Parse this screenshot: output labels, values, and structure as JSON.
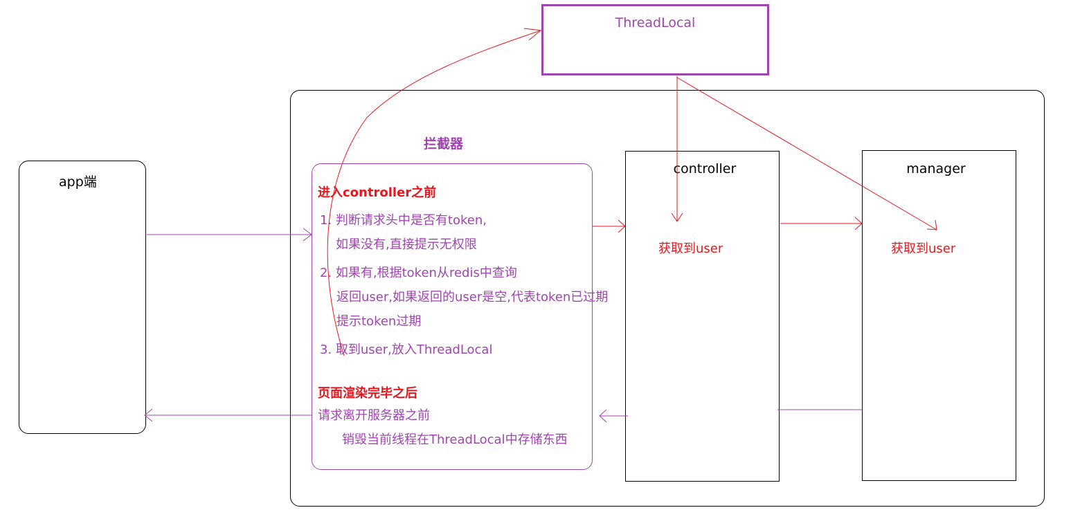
{
  "threadlocal_box": {
    "label": "ThreadLocal"
  },
  "app_box": {
    "label": "app端"
  },
  "interceptor": {
    "title": "拦截器",
    "before_heading": "进入controller之前",
    "steps": [
      "1. 判断请求头中是否有token,",
      "如果没有,直接提示无权限",
      "2. 如果有,根据token从redis中查询",
      "返回user,如果返回的user是空,代表token已过期",
      "提示token过期",
      "3.  取到user,放入ThreadLocal"
    ],
    "after_heading": "页面渲染完毕之后",
    "after_lines": [
      "请求离开服务器之前",
      "销毁当前线程在ThreadLocal中存储东西"
    ]
  },
  "controller_box": {
    "label": "controller",
    "note": "获取到user"
  },
  "manager_box": {
    "label": "manager",
    "note": "获取到user"
  },
  "colors": {
    "purple": "#a044b0",
    "red": "#e8161c",
    "black": "#000000"
  }
}
